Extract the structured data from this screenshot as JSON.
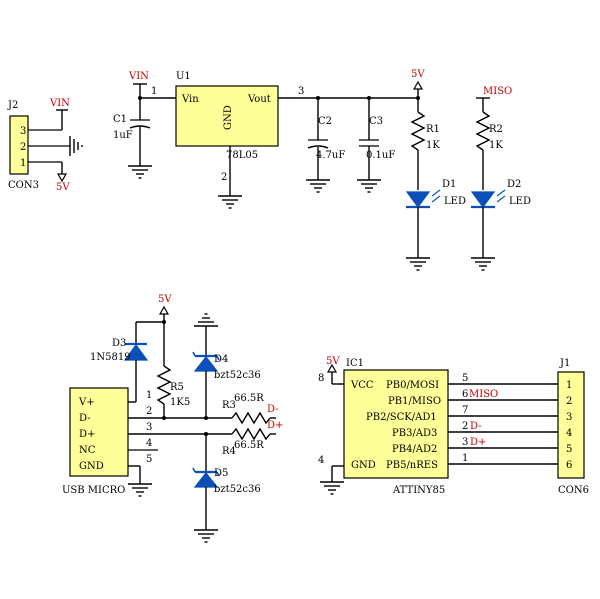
{
  "j2": {
    "ref": "J2",
    "name": "CON3",
    "pins": [
      "3",
      "2",
      "1"
    ],
    "net_vin": "VIN",
    "net_5v": "5V"
  },
  "u1": {
    "ref": "U1",
    "part": "78L05",
    "vin": "Vin",
    "vout": "Vout",
    "gnd": "GND",
    "pin1": "1",
    "pin2": "2",
    "pin3": "3",
    "net": "VIN"
  },
  "c1": {
    "ref": "C1",
    "value": "1uF"
  },
  "c2": {
    "ref": "C2",
    "value": "4.7uF"
  },
  "c3": {
    "ref": "C3",
    "value": "0.1uF"
  },
  "r1": {
    "ref": "R1",
    "value": "1K",
    "net": "5V"
  },
  "r2": {
    "ref": "R2",
    "value": "1K",
    "net": "MISO"
  },
  "d1": {
    "ref": "D1",
    "label": "LED"
  },
  "d2": {
    "ref": "D2",
    "label": "LED"
  },
  "usb": {
    "name": "USB MICRO",
    "pins": [
      {
        "label": "V+",
        "num": "1"
      },
      {
        "label": "D-",
        "num": "2"
      },
      {
        "label": "D+",
        "num": "3"
      },
      {
        "label": "NC",
        "num": "4"
      },
      {
        "label": "GND",
        "num": "5"
      }
    ]
  },
  "d3": {
    "ref": "D3",
    "part": "1N5819"
  },
  "r5": {
    "ref": "R5",
    "value": "1K5"
  },
  "r3": {
    "ref": "R3",
    "value": "66.5R"
  },
  "r4": {
    "ref": "R4",
    "value": "66.5R"
  },
  "d4": {
    "ref": "D4",
    "part": "bzt52c36"
  },
  "d5": {
    "ref": "D5",
    "part": "bzt52c36"
  },
  "usb_net_5v": "5V",
  "usb_net_dminus": "D-",
  "usb_net_dplus": "D+",
  "ic1": {
    "ref": "IC1",
    "part": "ATTINY85",
    "vcc": "VCC",
    "gnd": "GND",
    "vcc_pin": "8",
    "gnd_pin": "4",
    "vcc_net": "5V",
    "pins": [
      {
        "name": "PB0/MOSI",
        "num": "5",
        "net": ""
      },
      {
        "name": "PB1/MISO",
        "num": "6",
        "net": "MISO"
      },
      {
        "name": "PB2/SCK/AD1",
        "num": "7",
        "net": ""
      },
      {
        "name": "PB3/AD3",
        "num": "2",
        "net": "D-"
      },
      {
        "name": "PB4/AD2",
        "num": "3",
        "net": "D+"
      },
      {
        "name": "PB5/nRES",
        "num": "1",
        "net": ""
      }
    ]
  },
  "j1": {
    "ref": "J1",
    "name": "CON6",
    "pins": [
      "1",
      "2",
      "3",
      "4",
      "5",
      "6"
    ]
  }
}
